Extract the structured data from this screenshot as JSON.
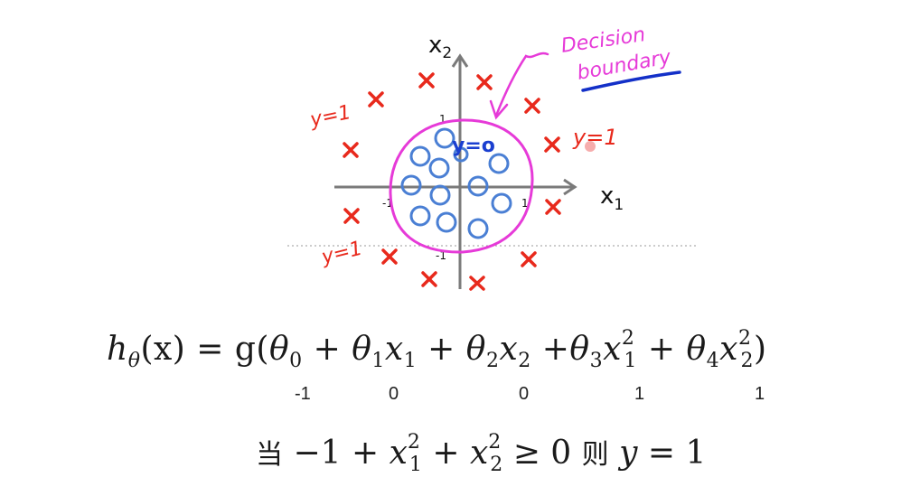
{
  "diagram": {
    "x_axis_label": "x",
    "x_axis_sub": "1",
    "y_axis_label": "x",
    "y_axis_sub": "2",
    "tick_x_neg": "-1",
    "tick_x_pos": "1",
    "tick_y_pos": "1",
    "tick_y_neg": "-1",
    "inside_label": "y=o",
    "label_left_top": "y=1",
    "label_left_bottom": "y=1",
    "label_right": "y=1",
    "annotation_line1": "Decision",
    "annotation_line2": "boundary",
    "colors": {
      "cross": "#e8291c",
      "circle": "#4a7fd4",
      "boundary": "#e63ad8",
      "annotation": "#e63ad8",
      "underline": "#1330c8",
      "inside_label": "#1a3fd0",
      "handwriting": "#e8291c"
    }
  },
  "formula": {
    "h": "h",
    "theta": "θ",
    "lhs_arg": "(x) = g(",
    "t0": "θ",
    "t0_sub": "0",
    "plus1": " + ",
    "t1": "θ",
    "t1_sub": "1",
    "x1": "x",
    "x1_sub": "1",
    "plus2": " + ",
    "t2": "θ",
    "t2_sub": "2",
    "x2": "x",
    "x2_sub": "2",
    "plus3": " +",
    "t3": "θ",
    "t3_sub": "3",
    "x3": "x",
    "x3_sup": "2",
    "x3_sub": "1",
    "plus4": " + ",
    "t4": "θ",
    "t4_sub": "4",
    "x4": "x",
    "x4_sup": "2",
    "x4_sub": "2",
    "close": ")"
  },
  "coefficients": [
    "-1",
    "0",
    "0",
    "1",
    "1"
  ],
  "condition": {
    "when": "当",
    "lhs": " −1 + ",
    "xa": "x",
    "xa_sup": "2",
    "xa_sub": "1",
    "plus": " + ",
    "xb": "x",
    "xb_sup": "2",
    "xb_sub": "2",
    "geq": " ≥ 0 ",
    "then": "则",
    "y": " y",
    "eq": " = 1"
  }
}
